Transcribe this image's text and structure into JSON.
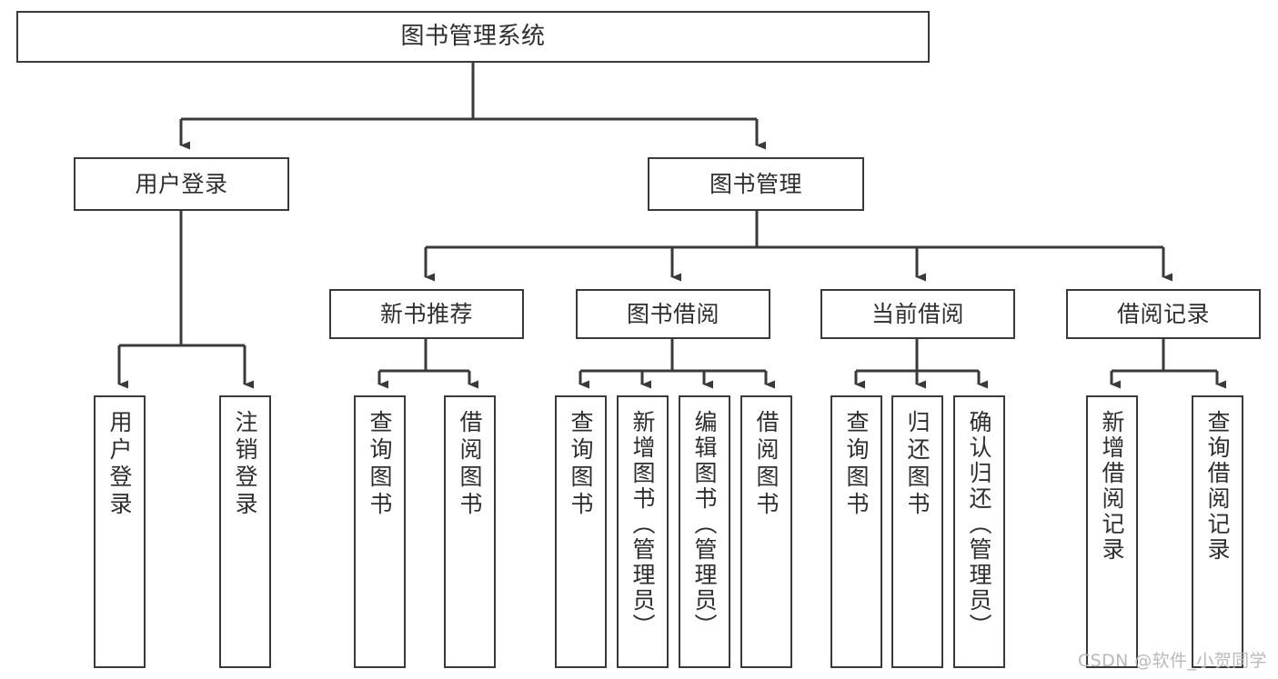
{
  "diagram": {
    "title": "图书管理系统",
    "type": "tree",
    "background_color": "#ffffff",
    "line_color": "#3a3a3a",
    "text_color": "#2e2e2e",
    "watermark": "CSDN @软件_小贺同学",
    "nodes": {
      "root": {
        "label": "图书管理系统"
      },
      "level2": [
        {
          "label": "用户登录"
        },
        {
          "label": "图书管理"
        }
      ],
      "level3": [
        {
          "label": "新书推荐"
        },
        {
          "label": "图书借阅"
        },
        {
          "label": "当前借阅"
        },
        {
          "label": "借阅记录"
        }
      ],
      "leaves": {
        "user_login": [
          {
            "label": "用户登录"
          },
          {
            "label": "注销登录"
          }
        ],
        "new_book_recommend": [
          {
            "label": "查询图书"
          },
          {
            "label": "借阅图书"
          }
        ],
        "book_borrow": [
          {
            "label": "查询图书"
          },
          {
            "label": "新增图书（管理员）"
          },
          {
            "label": "编辑图书（管理员）"
          },
          {
            "label": "借阅图书"
          }
        ],
        "current_borrow": [
          {
            "label": "查询图书"
          },
          {
            "label": "归还图书"
          },
          {
            "label": "确认归还（管理员）"
          }
        ],
        "borrow_record": [
          {
            "label": "新增借阅记录"
          },
          {
            "label": "查询借阅记录"
          }
        ]
      }
    }
  }
}
